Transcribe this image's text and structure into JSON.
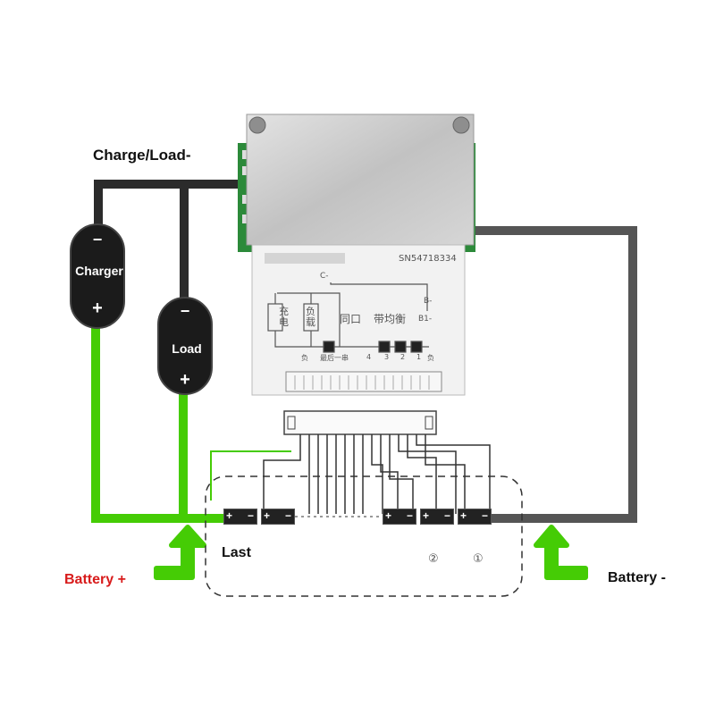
{
  "labels": {
    "charge_load_neg": "Charge/Load-",
    "battery_pos": "Battery +",
    "battery_neg": "Battery -",
    "last": "Last"
  },
  "charger": {
    "name": "Charger",
    "minus": "−",
    "plus": "+"
  },
  "load": {
    "name": "Load",
    "minus": "−",
    "plus": "+"
  },
  "board": {
    "serial": "SN54718334",
    "c_minus": "C-",
    "b_minus": "B-",
    "b1_minus": "B1-",
    "same_port": "同口",
    "balance": "带均衡",
    "charge": "充电",
    "discharge": "负载",
    "pin_neg": "负",
    "pin_last": "最后一串",
    "pin_nums": [
      "4",
      "3",
      "2",
      "1"
    ],
    "pin_pos": "负"
  },
  "cell_numbers": [
    "②",
    "①"
  ],
  "cells": [
    {
      "pos": "+",
      "neg": "−"
    },
    {
      "pos": "+",
      "neg": "−"
    },
    {
      "pos": "+",
      "neg": "−"
    },
    {
      "pos": "+",
      "neg": "−"
    },
    {
      "pos": "+",
      "neg": "−"
    }
  ],
  "colors": {
    "green_wire": "#45cc05",
    "black_wire": "#2b2b2b",
    "gray_wire": "#555555",
    "battery_pos_text": "#d81b1b",
    "pcb": "#2c8a3a",
    "plate": "#c8c8c8"
  }
}
